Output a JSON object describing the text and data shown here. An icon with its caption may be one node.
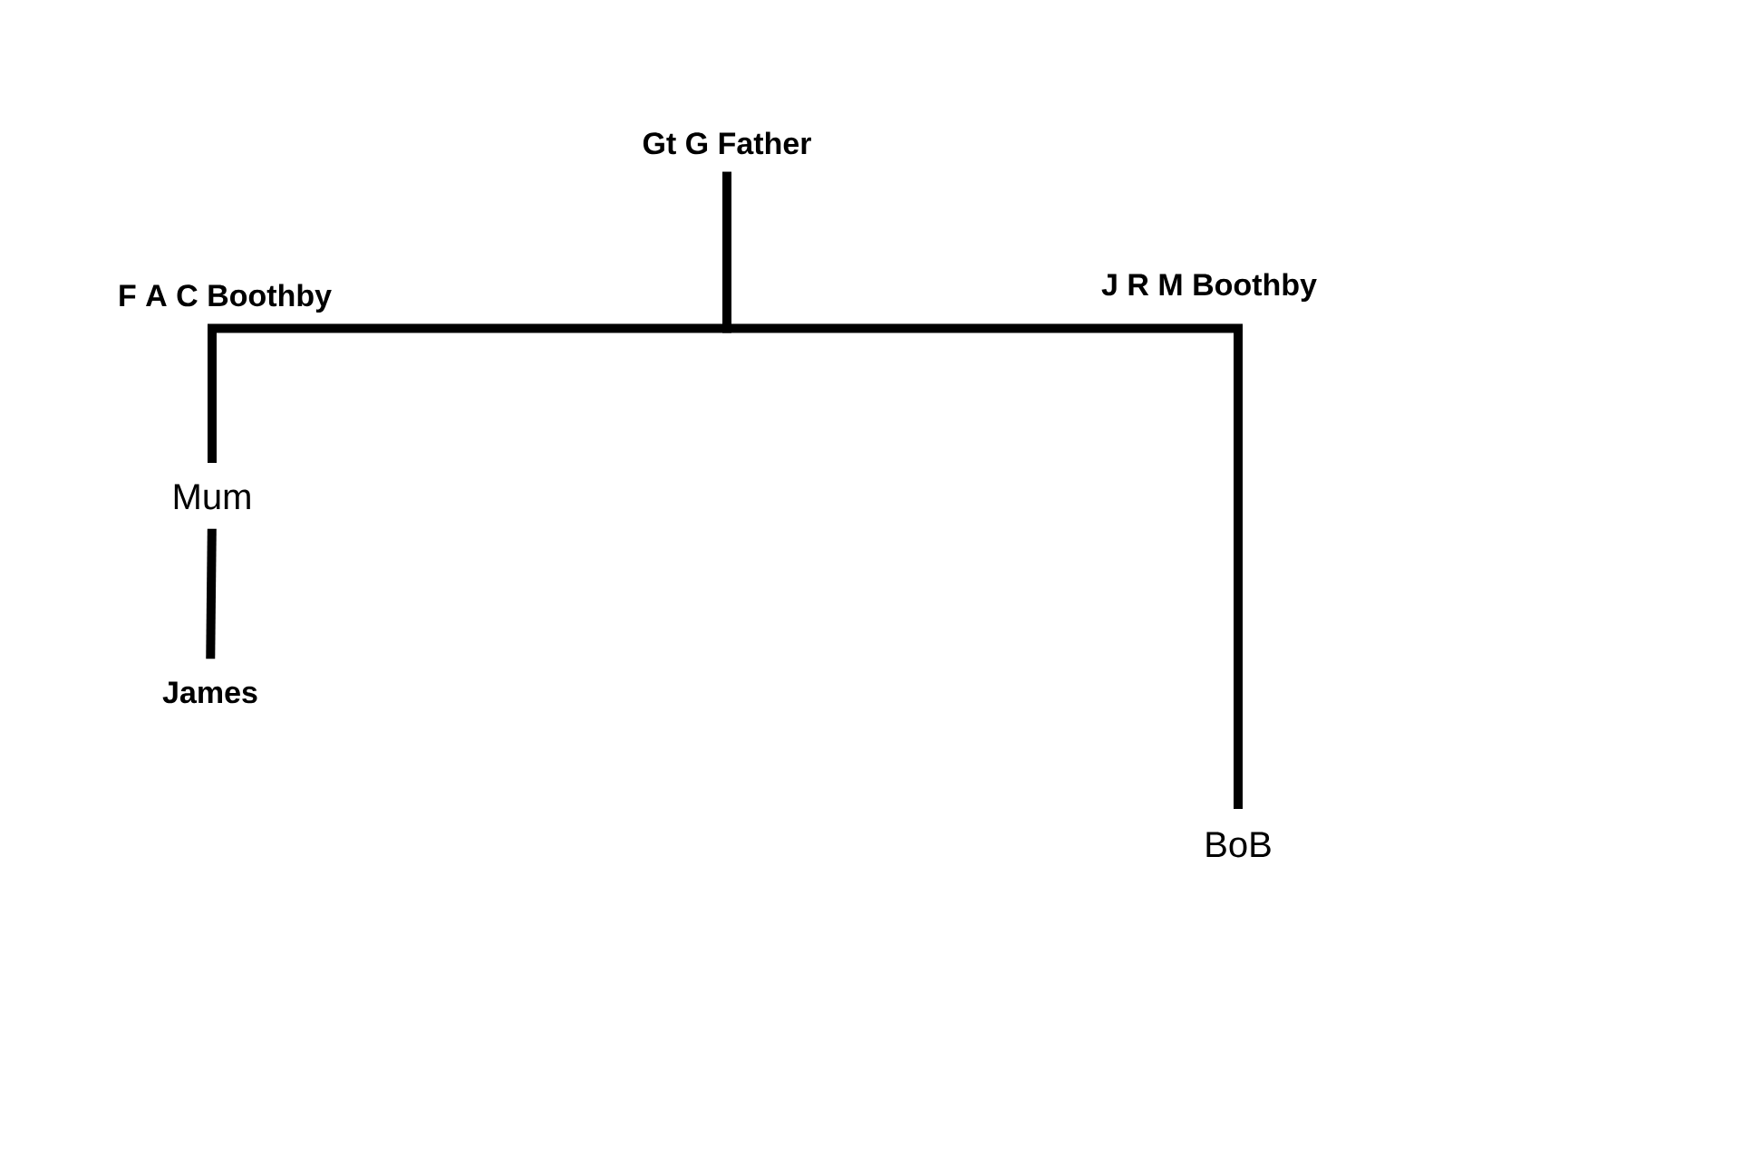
{
  "diagram": {
    "nodes": [
      {
        "text": [
          "Gt G Father"
        ]
      },
      {
        "text": [
          "F A C Boothby"
        ]
      },
      {
        "text": [
          "J R M Boothby"
        ]
      },
      {
        "text": [
          "Mum"
        ]
      },
      {
        "text": [
          "James"
        ]
      },
      {
        "text": [
          "BoB"
        ]
      }
    ],
    "edges": [
      {
        "from": 0,
        "to": 1,
        "arrow": "none"
      },
      {
        "from": 0,
        "to": 2,
        "arrow": "none"
      },
      {
        "from": 1,
        "to": 3,
        "arrow": "none"
      },
      {
        "from": 3,
        "to": 4,
        "arrow": "none"
      },
      {
        "from": 2,
        "to": 5,
        "arrow": "none"
      }
    ]
  }
}
